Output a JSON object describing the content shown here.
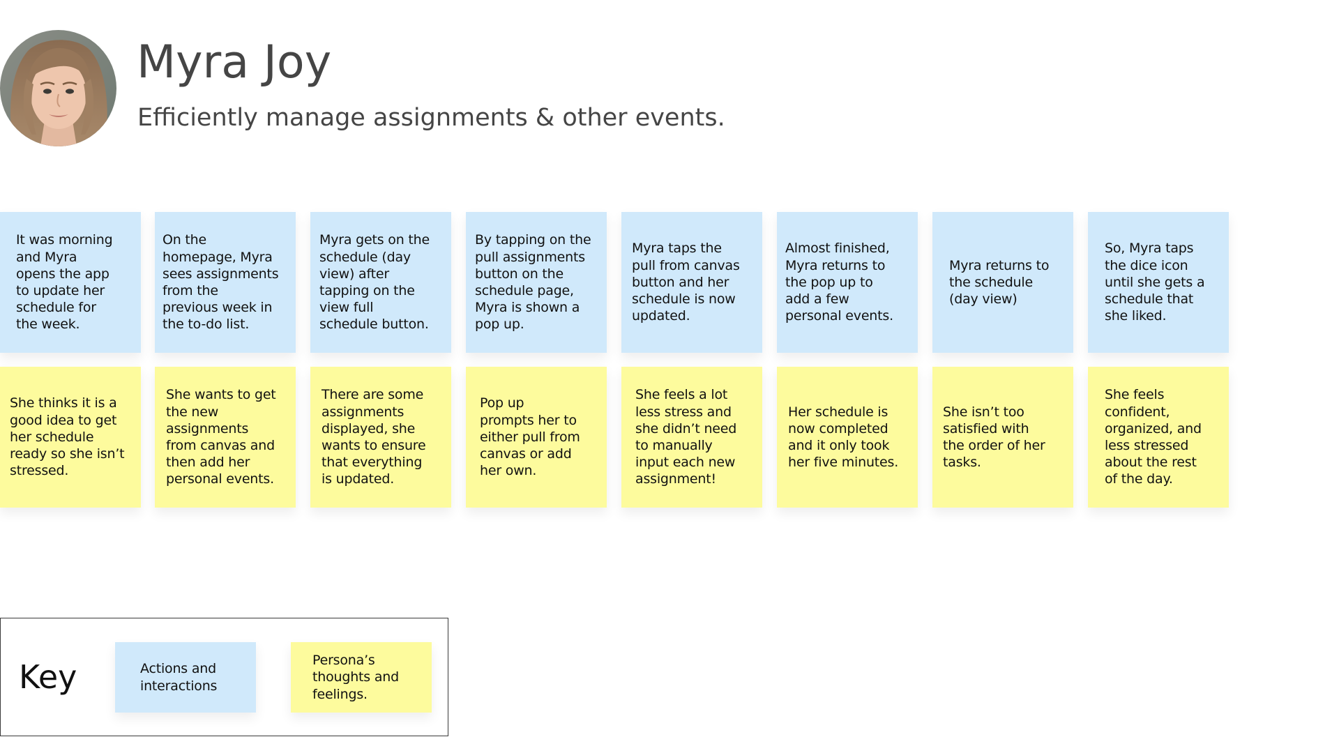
{
  "header": {
    "persona_name": "Myra Joy",
    "persona_goal": "Efficiently manage assignments & other events.",
    "avatar_icon": "persona-photo-avatar"
  },
  "journey": {
    "actions": [
      {
        "text": "It was morning\nand Myra\nopens the app\nto update her\nschedule for\nthe week."
      },
      {
        "text": "On the\nhomepage, Myra\nsees assignments\nfrom the\nprevious week in\nthe to-do list."
      },
      {
        "text": "Myra gets on the\nschedule (day\nview) after\ntapping on the\nview full\nschedule button."
      },
      {
        "text": "By tapping on the\npull assignments\nbutton on the\nschedule page,\nMyra is shown a\npop up."
      },
      {
        "text": "Myra taps the\npull from canvas\nbutton and her\nschedule is now\nupdated."
      },
      {
        "text": "Almost finished,\nMyra returns to\nthe pop up to\nadd a few\npersonal events."
      },
      {
        "text": "Myra returns to\nthe schedule\n(day view)"
      },
      {
        "text": "So, Myra taps\nthe dice icon\nuntil she gets a\nschedule that\nshe liked."
      }
    ],
    "thoughts": [
      {
        "text": "She thinks it is a\ngood idea to get\nher schedule\nready so she isn’t\nstressed."
      },
      {
        "text": "She wants to get\nthe new\nassignments\nfrom canvas and\nthen add her\npersonal events."
      },
      {
        "text": "There are some\nassignments\ndisplayed, she\nwants to ensure\nthat everything\nis updated."
      },
      {
        "text": "Pop up\nprompts her to\neither pull from\ncanvas or add\nher own."
      },
      {
        "text": "She feels a lot\nless stress and\nshe didn’t need\nto manually\ninput each new\nassignment!"
      },
      {
        "text": "Her schedule is\nnow completed\nand it only took\nher five minutes."
      },
      {
        "text": "She isn’t too\nsatisfied with\nthe order of her\ntasks."
      },
      {
        "text": "She feels\nconfident,\norganized, and\nless stressed\nabout the rest\nof the day."
      }
    ]
  },
  "key": {
    "title": "Key",
    "actions_label": "Actions and\ninteractions",
    "thoughts_label": "Persona’s\nthoughts and\nfeelings."
  },
  "colors": {
    "action_sticky": "#d0e9fb",
    "thought_sticky": "#fdfb9d",
    "heading_text": "#454545",
    "body_text": "#111111"
  }
}
